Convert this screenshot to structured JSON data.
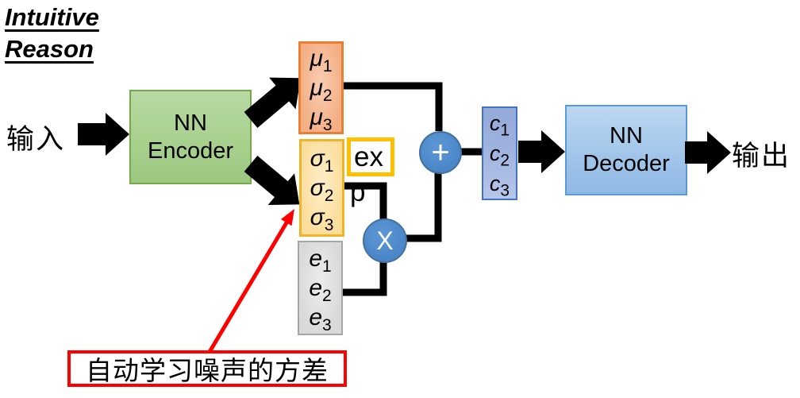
{
  "title": {
    "line1": "Intuitive",
    "line2": "Reason"
  },
  "io": {
    "input_label": "输入",
    "output_label": "输出"
  },
  "encoder": {
    "line1": "NN",
    "line2": "Encoder"
  },
  "decoder": {
    "line1": "NN",
    "line2": "Decoder"
  },
  "vector_boxes": {
    "mu": {
      "rows": [
        {
          "base": "μ",
          "sub": "1"
        },
        {
          "base": "μ",
          "sub": "2"
        },
        {
          "base": "μ",
          "sub": "3"
        }
      ]
    },
    "sigma": {
      "rows": [
        {
          "base": "σ",
          "sub": "1"
        },
        {
          "base": "σ",
          "sub": "2"
        },
        {
          "base": "σ",
          "sub": "3"
        }
      ]
    },
    "e": {
      "rows": [
        {
          "base": "e",
          "sub": "1"
        },
        {
          "base": "e",
          "sub": "2"
        },
        {
          "base": "e",
          "sub": "3"
        }
      ]
    },
    "c": {
      "rows": [
        {
          "base": "c",
          "sub": "1"
        },
        {
          "base": "c",
          "sub": "2"
        },
        {
          "base": "c",
          "sub": "3"
        }
      ]
    }
  },
  "exp_label": {
    "line1": "ex",
    "line2": "p"
  },
  "operators": {
    "plus": "+",
    "times": "X"
  },
  "annotation": {
    "text": "自动学习噪声的方差"
  },
  "colors": {
    "encoder_fill": "#A9D18E",
    "encoder_border": "#70AD47",
    "decoder_fill": "#A2C6EA",
    "decoder_border": "#5B9BD5",
    "mu_fill": "#F4AF84",
    "mu_border": "#ED7D31",
    "sigma_fill": "#FBDE9C",
    "sigma_border": "#F0B428",
    "e_fill": "#D9D9D9",
    "e_border": "#A6A6A6",
    "c_fill": "#9FB3DF",
    "c_border": "#4472C4",
    "node_fill": "#4A86C8",
    "node_border": "#41719C",
    "exp_border": "#FFC000",
    "accent_red": "#FF0000",
    "connector_black": "#000000"
  }
}
